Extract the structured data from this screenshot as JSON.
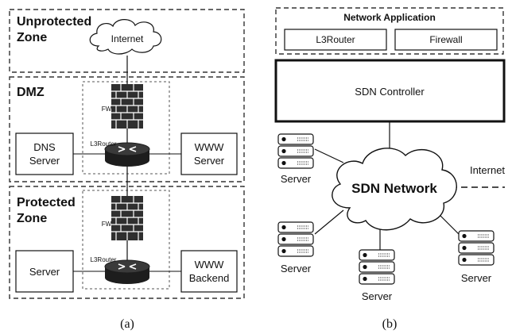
{
  "panel_a": {
    "caption": "(a)",
    "zones": {
      "unprotected": "Unprotected Zone",
      "unprotected_line1": "Unprotected",
      "unprotected_line2": "Zone",
      "dmz": "DMZ",
      "protected_line1": "Protected",
      "protected_line2": "Zone"
    },
    "internet": "Internet",
    "fw_label": "FW",
    "router_label": "L3Router",
    "dns_line1": "DNS",
    "dns_line2": "Server",
    "www_line1": "WWW",
    "www_line2": "Server",
    "server": "Server",
    "backend_line1": "WWW",
    "backend_line2": "Backend"
  },
  "panel_b": {
    "caption": "(b)",
    "network_application": "Network Application",
    "l3router": "L3Router",
    "firewall": "Firewall",
    "sdn_controller": "SDN Controller",
    "sdn_network": "SDN Network",
    "internet": "Internet",
    "server": "Server"
  },
  "colors": {
    "line": "#111111",
    "dash": "#333333",
    "brick": "#2f2f2f",
    "router": "#1d1d1d",
    "server_fill": "#ffffff"
  },
  "icons": [
    "cloud-icon",
    "firewall-icon",
    "router-icon",
    "server-rack-icon"
  ]
}
